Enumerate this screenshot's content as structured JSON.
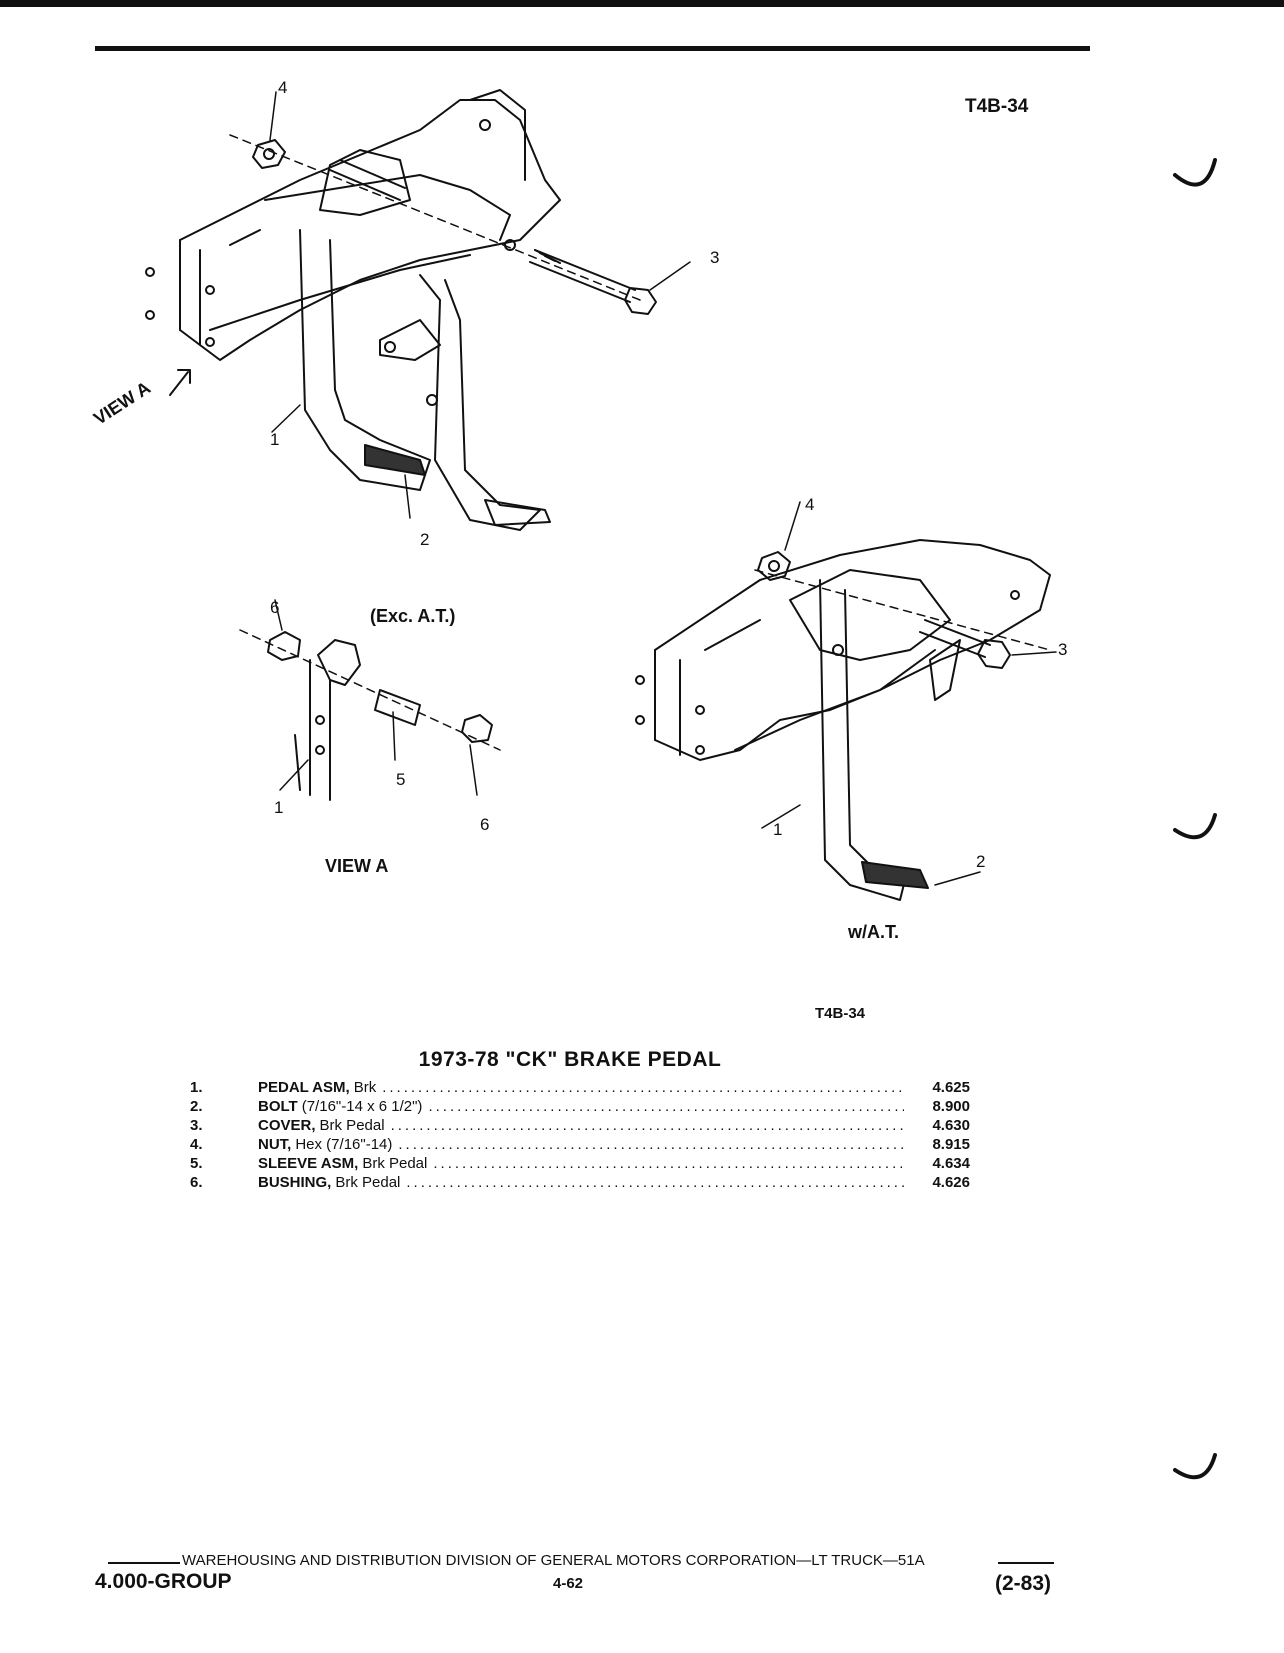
{
  "header": {
    "code_top": "T4B-34"
  },
  "figure": {
    "view_a_arrow_label": "VIEW A",
    "exc_at_label": "(Exc. A.T.)",
    "view_a_caption": "VIEW A",
    "wat_caption": "w/A.T.",
    "code_bottom": "T4B-34",
    "callouts": {
      "n1": "1",
      "n2": "2",
      "n3": "3",
      "n4": "4",
      "n5": "5",
      "n6": "6"
    }
  },
  "title": "1973-78 \"CK\" BRAKE PEDAL",
  "parts": [
    {
      "num": "1.",
      "name": "PEDAL ASM,",
      "desc": "Brk",
      "code": "4.625"
    },
    {
      "num": "2.",
      "name": "BOLT",
      "desc": "(7/16\"-14 x 6 1/2\")",
      "code": "8.900"
    },
    {
      "num": "3.",
      "name": "COVER,",
      "desc": "Brk Pedal",
      "code": "4.630"
    },
    {
      "num": "4.",
      "name": "NUT,",
      "desc": "Hex (7/16\"-14)",
      "code": "8.915"
    },
    {
      "num": "5.",
      "name": "SLEEVE ASM,",
      "desc": "Brk Pedal",
      "code": "4.634"
    },
    {
      "num": "6.",
      "name": "BUSHING,",
      "desc": "Brk Pedal",
      "code": "4.626"
    }
  ],
  "footer": {
    "line": "WAREHOUSING AND DISTRIBUTION DIVISION OF GENERAL MOTORS CORPORATION—LT TRUCK—51A",
    "group": "4.000-GROUP",
    "page": "4-62",
    "date": "(2-83)"
  }
}
